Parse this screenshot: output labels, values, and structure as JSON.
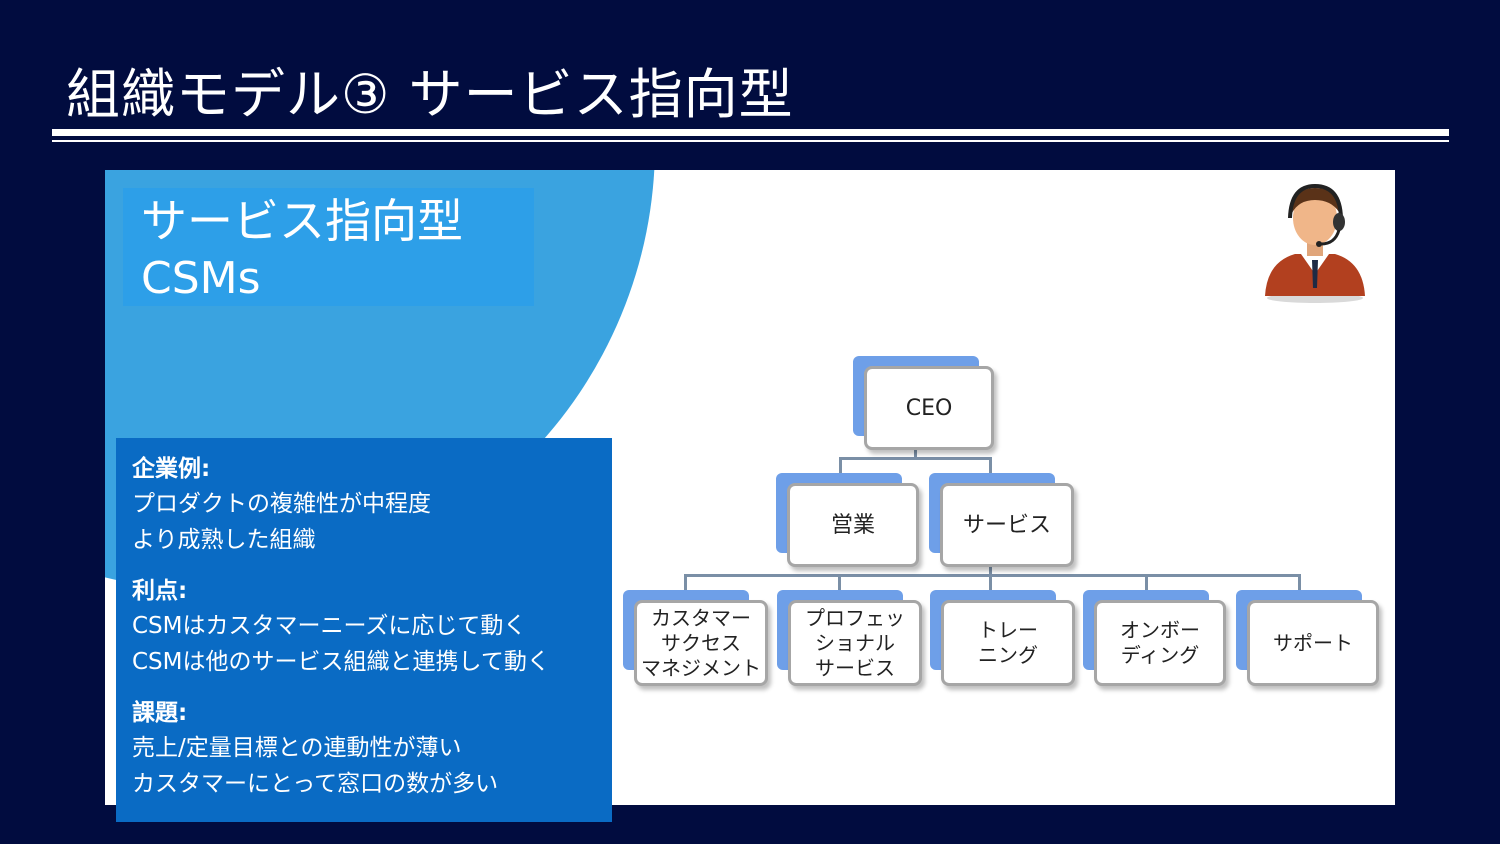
{
  "slide": {
    "title": "組織モデル③ サービス指向型"
  },
  "panel": {
    "title": "サービス指向型",
    "subtitle": "CSMs"
  },
  "info": {
    "examples_heading": "企業例:",
    "examples_lines": [
      "プロダクトの複雑性が中程度",
      "より成熟した組織"
    ],
    "pros_heading": "利点:",
    "pros_lines": [
      "CSMはカスタマーニーズに応じて動く",
      "CSMは他のサービス組織と連携して動く"
    ],
    "issues_heading": "課題:",
    "issues_lines": [
      "売上/定量目標との連動性が薄い",
      "カスタマーにとって窓口の数が多い"
    ]
  },
  "avatar": {
    "icon": "support-agent-headset-icon"
  },
  "org_chart": {
    "ceo": "CEO",
    "level2": [
      "営業",
      "サービス"
    ],
    "level3": [
      "カスタマー\nサクセス\nマネジメント",
      "プロフェッ\nショナル\nサービス",
      "トレー\nニング",
      "オンボー\nディング",
      "サポート"
    ]
  },
  "colors": {
    "background": "#010c3f",
    "accent_blue": "#3aa3e0",
    "info_box": "#0a6bc4",
    "node_tab": "#6e9fe8"
  }
}
